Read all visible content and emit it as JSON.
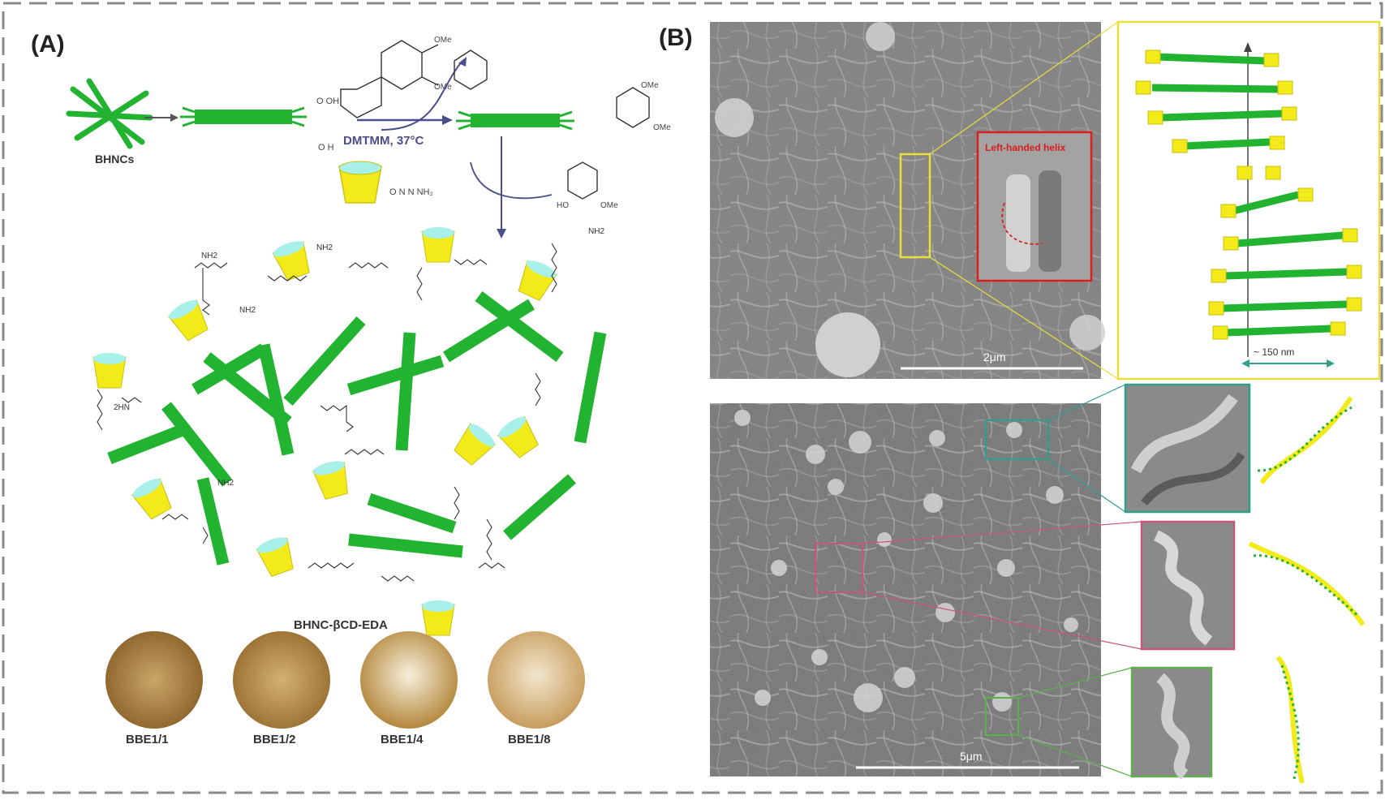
{
  "panel_a": {
    "label": "(A)",
    "bhncs_label": "BHNCs",
    "reagent_label": "DMTMM, 37°C",
    "product_label": "BHNC-βCD-EDA",
    "samples": [
      "BBE1/1",
      "BBE1/2",
      "BBE1/4",
      "BBE1/8"
    ]
  },
  "panel_b": {
    "label": "(B)",
    "scale_top": "2μm",
    "scale_bottom": "5μm",
    "helix_label": "Left-handed helix",
    "helix_width": "~ 150 nm"
  },
  "colors": {
    "green": "#22b331",
    "yellow": "#f2ea19",
    "cyan": "#a8f0ea",
    "sem_grey": "#7d7d7d",
    "frame_yellow": "#e8df3a",
    "frame_teal": "#2e9e8d",
    "frame_pink": "#c8567a",
    "frame_green": "#5bb04c",
    "frame_red": "#d81e1e"
  }
}
